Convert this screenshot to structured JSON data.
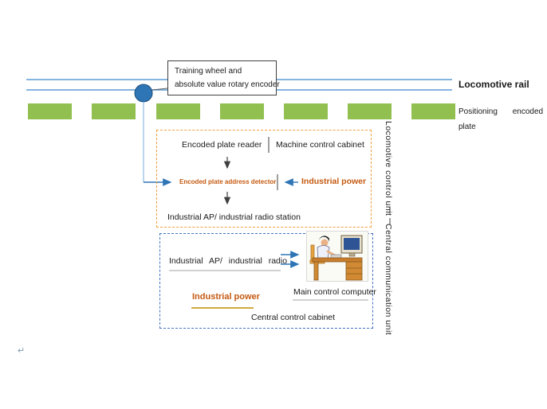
{
  "colors": {
    "rail": "#5b9bd5",
    "wheel": "#2e75b6",
    "plate_green": "#92c050",
    "locomotive_box_border": "#f0a03c",
    "central_box_border": "#4472c4",
    "orange_text": "#c55a11",
    "arrow_blue": "#2e75b6"
  },
  "callout": {
    "line1": "Training wheel and",
    "line2": "absolute value rotary encoder"
  },
  "rail_label": "Locomotive rail",
  "plate_label_line1": "Positioning encoded",
  "plate_label_line2": "plate",
  "locomotive_unit": {
    "encoded_plate_reader": "Encoded plate reader",
    "machine_control_cabinet": "Machine control cabinet",
    "encoded_plate_address_detector": "Encoded plate address detector",
    "industrial_power": "Industrial power",
    "radio_station": "Industrial AP/ industrial radio station",
    "side_label": "Locomotive control unit"
  },
  "central_unit": {
    "radio": "Industrial  AP/  industrial  radio",
    "main_control_computer": "Main control computer",
    "industrial_power": "Industrial power",
    "cabinet": "Central control cabinet",
    "side_label": "Central communication unit"
  },
  "return_mark": "↵"
}
